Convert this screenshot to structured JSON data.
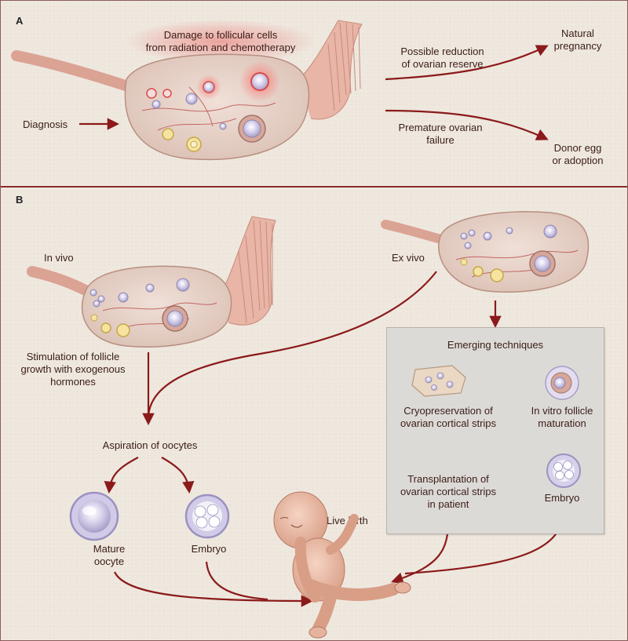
{
  "panel_a": {
    "label": "A",
    "damage_text": "Damage to follicular cells\nfrom radiation and chemotherapy",
    "diagnosis": "Diagnosis",
    "reduction": "Possible reduction\nof ovarian reserve",
    "natural": "Natural\npregnancy",
    "failure": "Premature ovarian\nfailure",
    "donor": "Donor egg\nor adoption"
  },
  "panel_b": {
    "label": "B",
    "in_vivo": "In vivo",
    "ex_vivo": "Ex vivo",
    "stimulation": "Stimulation of follicle\ngrowth with exogenous\nhormones",
    "aspiration": "Aspiration of oocytes",
    "mature_oocyte": "Mature\noocyte",
    "embryo_left": "Embryo",
    "live_birth": "Live birth",
    "emerging_title": "Emerging techniques",
    "cryo": "Cryopreservation of\novarian cortical strips",
    "ivm": "In vitro follicle\nmaturation",
    "transplant": "Transplantation of\novarian cortical strips\nin patient",
    "embryo_right": "Embryo"
  },
  "colors": {
    "arrow": "#8b1a1a",
    "ovary_fill": "#e7d2c8",
    "tube": "#e0aa9c",
    "follicle": "#c9c3dd",
    "damage_glow": "#e64646"
  }
}
